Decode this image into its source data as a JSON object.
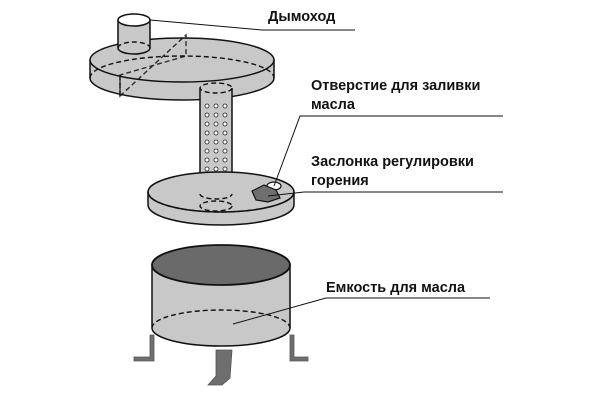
{
  "diagram": {
    "title": "Oil stove construction",
    "colors": {
      "body_fill": "#c8c8c8",
      "dark_fill": "#7a7a7a",
      "leg_fill": "#6e6e6e",
      "stroke": "#111111"
    },
    "labels": {
      "chimney": "Дымоход",
      "fill_hole_line1": "Отверстие для заливки",
      "fill_hole_line2": "масла",
      "damper_line1": "Заслонка регулировки",
      "damper_line2": "горения",
      "tank": "Емкость для масла"
    }
  }
}
